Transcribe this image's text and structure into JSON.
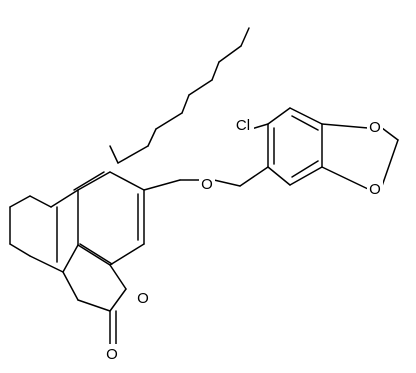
{
  "molecule": {
    "atoms": [
      {
        "id": "cl",
        "label": "Cl"
      },
      {
        "id": "o_ether",
        "label": "O"
      },
      {
        "id": "o_diox1",
        "label": "O"
      },
      {
        "id": "o_diox2",
        "label": "O"
      },
      {
        "id": "o_ring",
        "label": "O"
      },
      {
        "id": "o_carbonyl",
        "label": "O"
      }
    ]
  },
  "colors": {
    "bond": "#000000",
    "label": "#000000",
    "background": "#ffffff"
  }
}
